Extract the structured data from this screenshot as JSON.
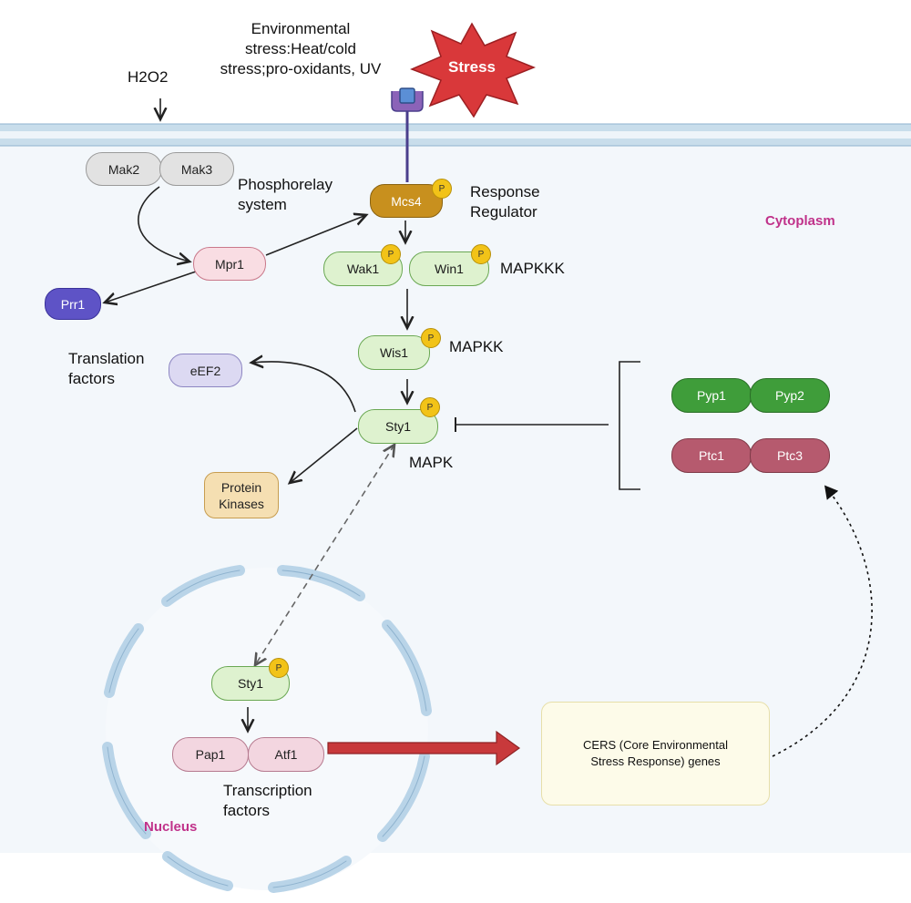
{
  "stimuli": {
    "h2o2": "H2O2",
    "environmental": [
      "Environmental",
      "stress:Heat/cold",
      "stress;pro-oxidants, UV"
    ],
    "stress_burst": "Stress"
  },
  "compartments": {
    "cytoplasm": "Cytoplasm",
    "nucleus": "Nucleus"
  },
  "proteins": {
    "mak2": "Mak2",
    "mak3": "Mak3",
    "mpr1": "Mpr1",
    "prr1": "Prr1",
    "mcs4": "Mcs4",
    "wak1": "Wak1",
    "win1": "Win1",
    "wis1": "Wis1",
    "sty1": "Sty1",
    "sty1_nuclear": "Sty1",
    "eef2": "eEF2",
    "protein_kinases": [
      "Protein",
      "Kinases"
    ],
    "pyp1": "Pyp1",
    "pyp2": "Pyp2",
    "ptc1": "Ptc1",
    "ptc3": "Ptc3",
    "pap1": "Pap1",
    "atf1": "Atf1"
  },
  "labels": {
    "phosphorelay": [
      "Phosphorelay",
      "system"
    ],
    "response_regulator": [
      "Response",
      "Regulator"
    ],
    "mapkkk": "MAPKKK",
    "mapkk": "MAPKK",
    "mapk": "MAPK",
    "translation_factors": [
      "Translation",
      "factors"
    ],
    "transcription_factors": [
      "Transcription",
      "factors"
    ],
    "phospho": "P"
  },
  "cers_box": [
    "CERS (Core Environmental",
    "Stress Response) genes"
  ],
  "colors": {
    "membrane": "#a9c9e0",
    "cytoplasm_bg": "#f3f7fb",
    "stress_red": "#d9383a",
    "compartment_label": "#c0328a",
    "big_arrow": "#c8393b"
  }
}
